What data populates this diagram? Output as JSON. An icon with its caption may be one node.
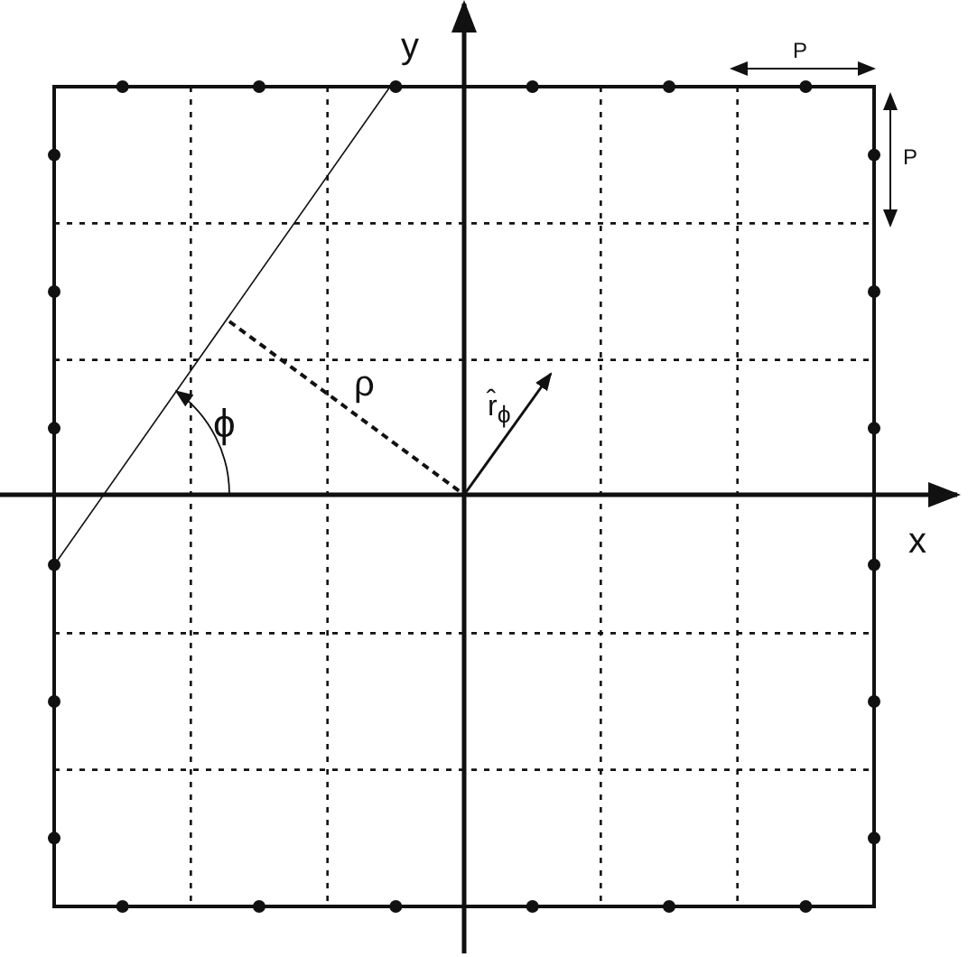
{
  "diagram": {
    "labels": [
      "y",
      "P",
      "P",
      "ρ",
      "ϕ",
      "r̂$_{ϕ}$",
      "x"
    ]
  }
}
